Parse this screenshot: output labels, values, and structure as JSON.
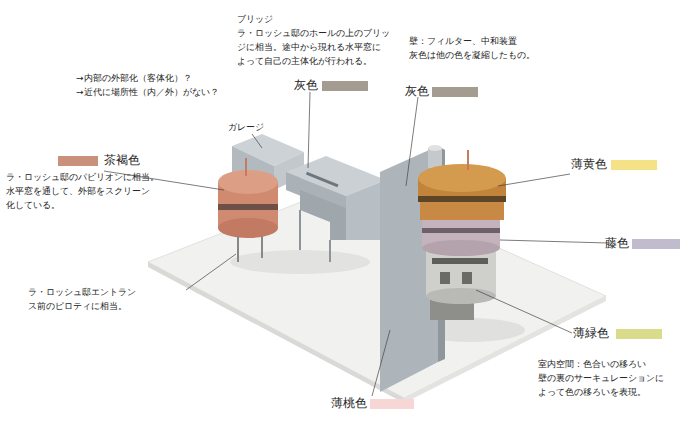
{
  "diagram": {
    "labels": [
      "→内部の外部化（客体化）？",
      "→近代に場所性（内／外）がない？",
      "ブリッジ",
      "ラ・ロッシュ邸のホールの上のブリッ ジに相当。途中から現れる水平窓に よって自己の主体化が行われる。",
      "壁：フィルター、中和装置 灰色は他の色を凝縮したもの。",
      "ガレージ",
      "ラ・ロッシュ邸のパビリオンに相当。 水平窓を通して、外部をスクリーン 化している。",
      "ラ・ロッシュ邸エントラン ス前のピロティに相当。",
      "室内空間：色合いの移ろい 壁の裏のサーキュレーションに よって色の移ろいを表現。"
    ],
    "legend": [
      {
        "text": "茶褐色",
        "color": "#c9907b"
      },
      {
        "text": "灰色",
        "color": "#a59c91"
      },
      {
        "text": "灰色",
        "color": "#a59c91"
      },
      {
        "text": "薄黄色",
        "color": "#f5e186"
      },
      {
        "text": "藤色",
        "color": "#c0bccd"
      },
      {
        "text": "薄緑色",
        "color": "#dadc8c"
      },
      {
        "text": "薄桃色",
        "color": "#f6d7d5"
      }
    ]
  }
}
